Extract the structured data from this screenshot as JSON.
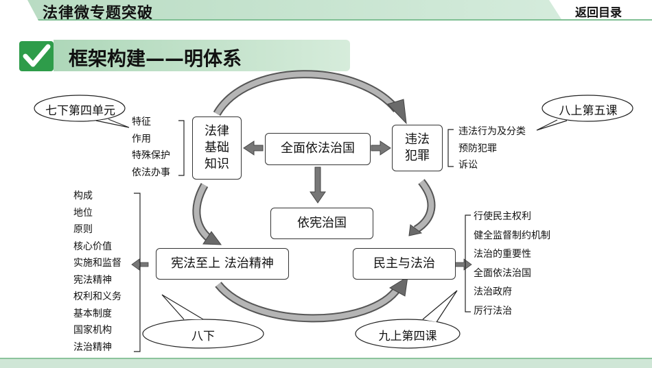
{
  "header": {
    "title": "法律微专题突破",
    "return_label": "返回目录"
  },
  "section": {
    "title": "框架构建——明体系"
  },
  "nodes": {
    "law_basics": "法律\n基础\n知识",
    "full_rule_of_law": "全面依法治国",
    "crime": "违法\n犯罪",
    "constitution_rule": "依宪治国",
    "constitution_supreme": "宪法至上  法治精神",
    "democracy_rule": "民主与法治"
  },
  "bubbles": {
    "grade7_unit4": "七下第四单元",
    "grade8_unit5": "八上第五课",
    "grade8_down": "八下",
    "grade9_unit4": "九上第四课"
  },
  "lists": {
    "law_features": [
      "特征",
      "作用",
      "特殊保护",
      "依法办事"
    ],
    "crime_items": [
      "违法行为及分类",
      "预防犯罪",
      "诉讼"
    ],
    "constitution_items": [
      "构成",
      "地位",
      "原则",
      "核心价值",
      "实施和监督",
      "宪法精神",
      "权利和义务",
      "基本制度",
      "国家机构",
      "法治精神"
    ],
    "democracy_items": [
      "行使民主权利",
      "健全监督制约机制",
      "法治的重要性",
      "全面依法治国",
      "法治政府",
      "厉行法治"
    ]
  }
}
